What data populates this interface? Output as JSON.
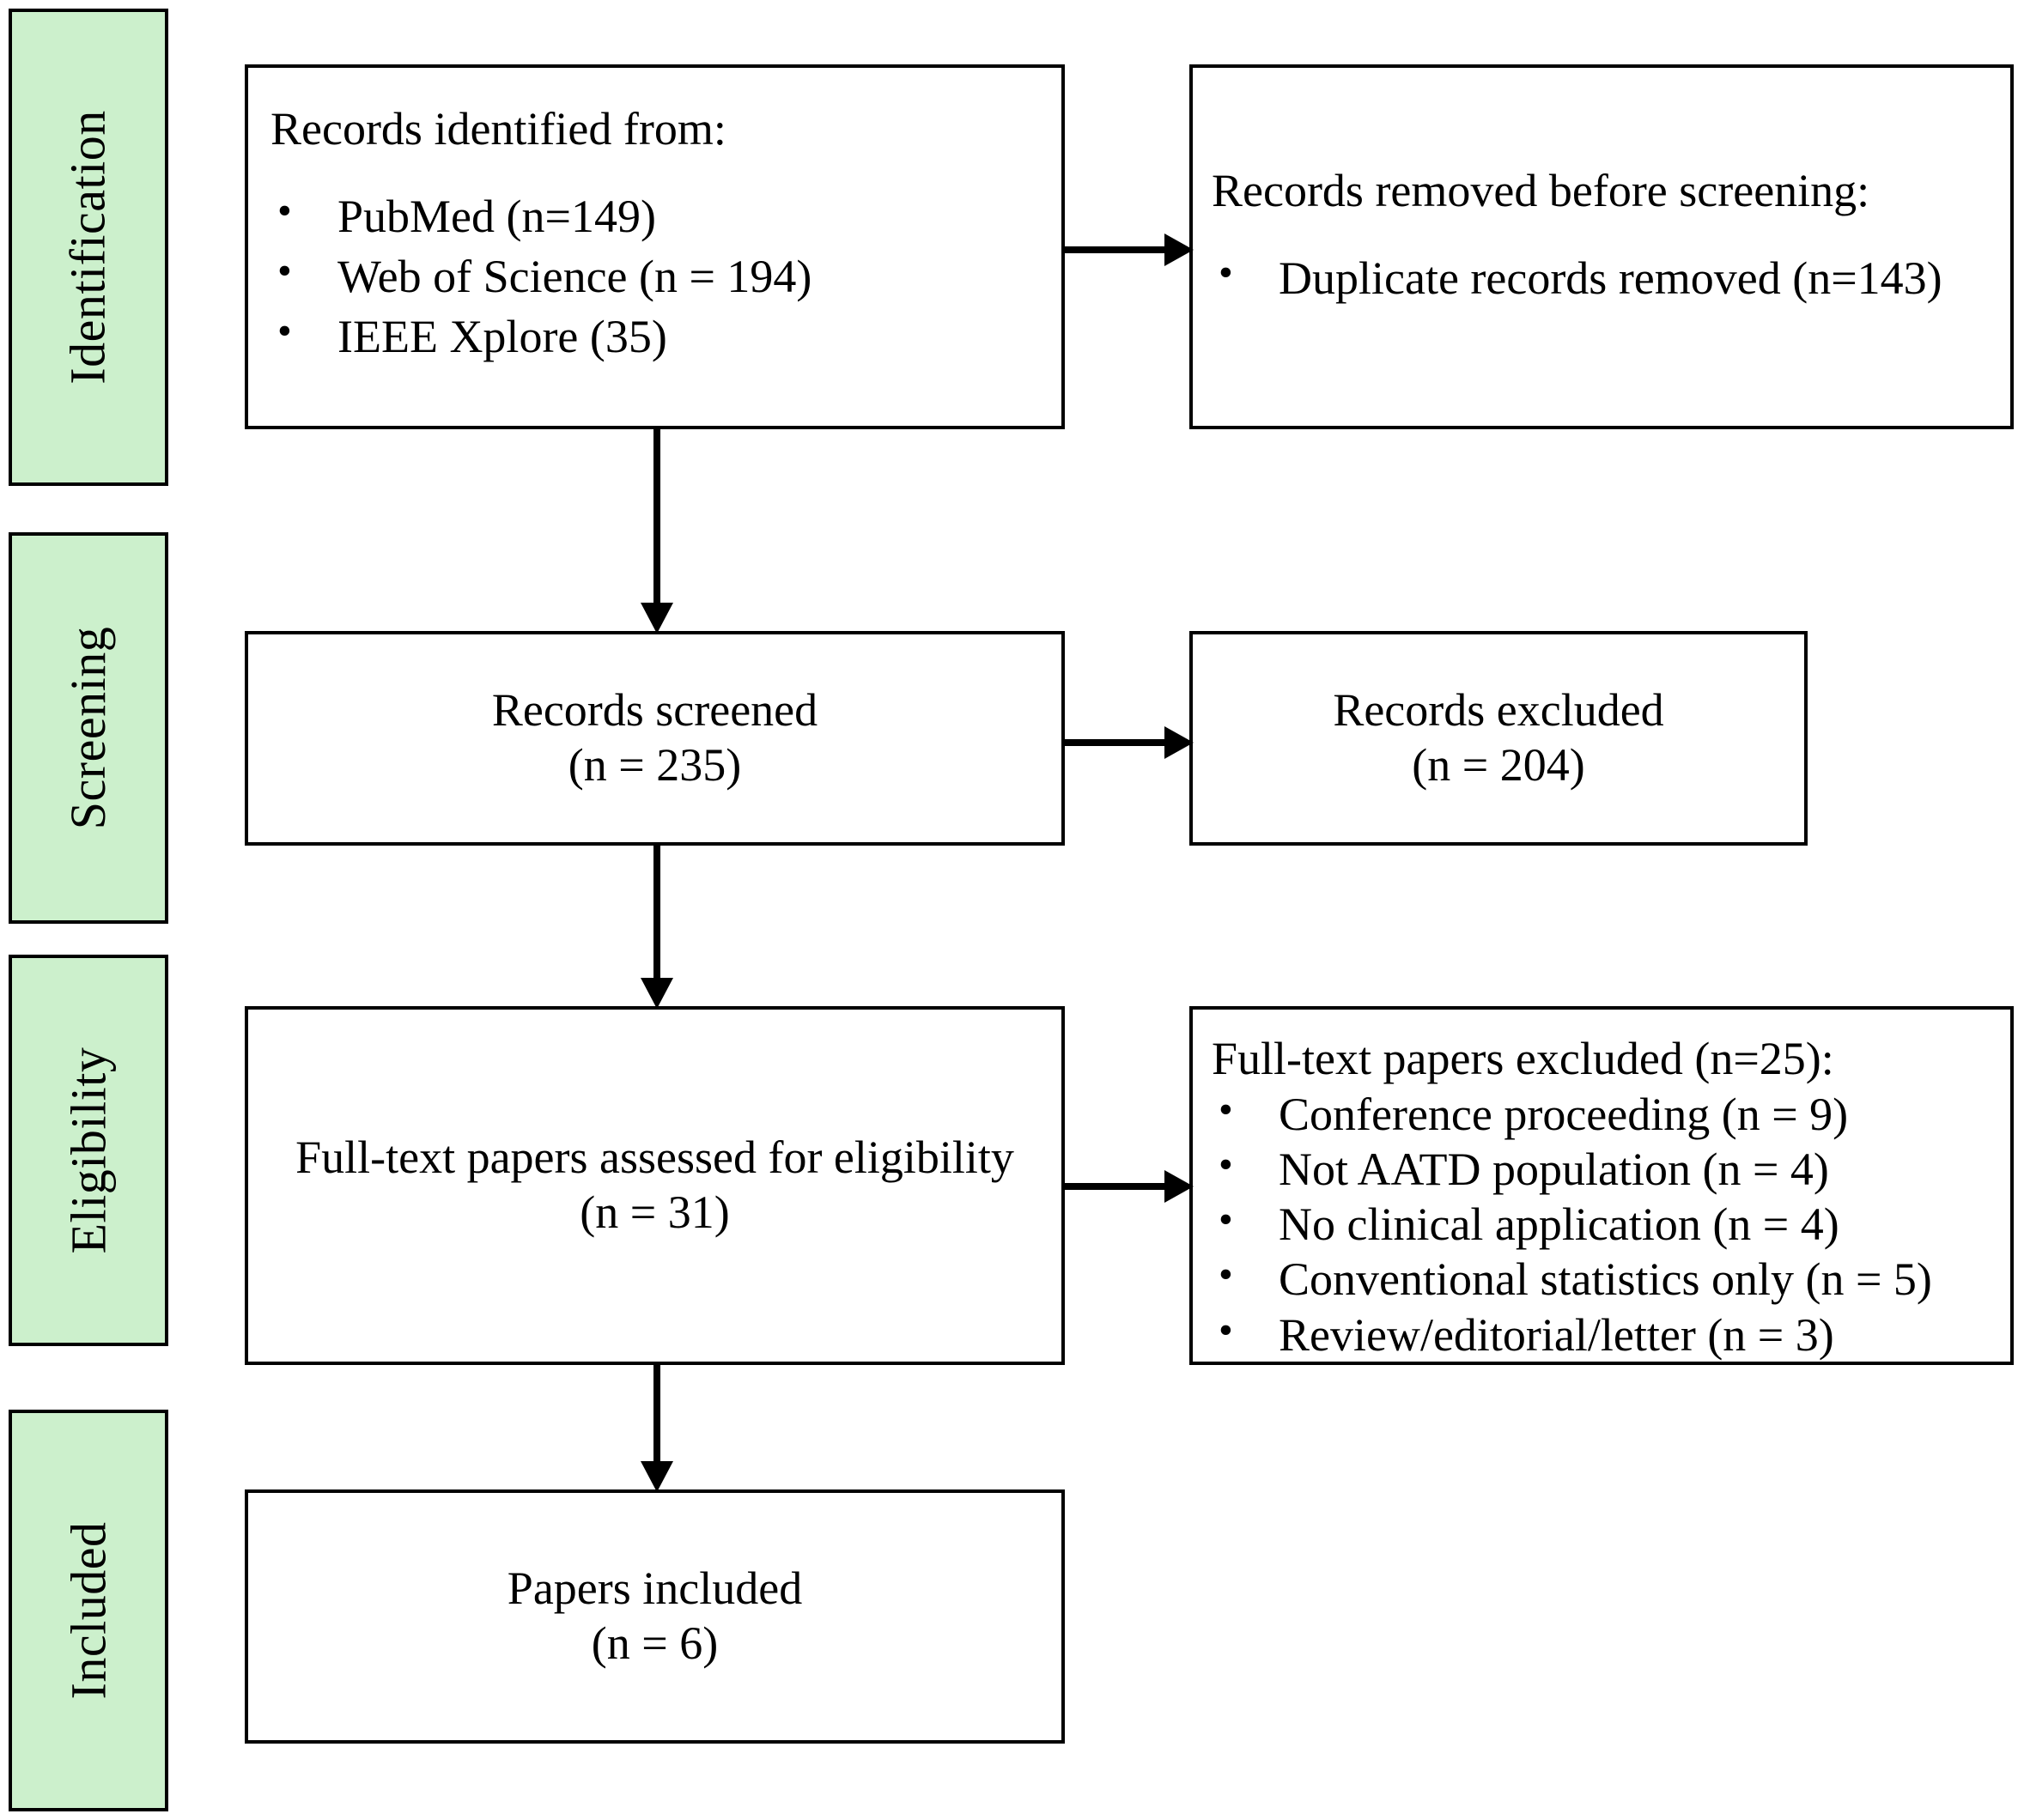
{
  "diagram": {
    "type": "PRISMA flow diagram",
    "stages": [
      {
        "id": "identification",
        "label": "Identification"
      },
      {
        "id": "screening",
        "label": "Screening"
      },
      {
        "id": "eligibility",
        "label": "Eligibility"
      },
      {
        "id": "included",
        "label": "Included"
      }
    ],
    "colors": {
      "stage_label_fill": "#CCF0CC",
      "box_fill": "#FFFFFF",
      "stroke": "#000000"
    },
    "boxes": {
      "records_identified": {
        "title": "Records identified from:",
        "items": [
          "PubMed (n=149)",
          "Web of Science (n = 194)",
          "IEEE Xplore (35)"
        ]
      },
      "records_removed": {
        "title": "Records removed before screening:",
        "items": [
          "Duplicate records removed (n=143)"
        ]
      },
      "records_screened": {
        "line1": "Records screened",
        "line2": "(n = 235)"
      },
      "records_excluded": {
        "line1": "Records excluded",
        "line2": "(n = 204)"
      },
      "fulltext_assessed": {
        "line1": "Full-text papers assessed for eligibility",
        "line2": "(n = 31)"
      },
      "fulltext_excluded": {
        "title": "Full-text papers excluded (n=25):",
        "items": [
          "Conference proceeding (n = 9)",
          "Not AATD population (n = 4)",
          "No clinical application (n = 4)",
          "Conventional statistics only (n = 5)",
          "Review/editorial/letter (n = 3)"
        ]
      },
      "papers_included": {
        "line1": "Papers included",
        "line2": "(n = 6)"
      }
    },
    "connectors": [
      {
        "id": "identified-to-removed",
        "direction": "right"
      },
      {
        "id": "identified-to-screened",
        "direction": "down"
      },
      {
        "id": "screened-to-excluded",
        "direction": "right"
      },
      {
        "id": "screened-to-assessed",
        "direction": "down"
      },
      {
        "id": "assessed-to-excluded",
        "direction": "right"
      },
      {
        "id": "assessed-to-included",
        "direction": "down"
      }
    ]
  }
}
